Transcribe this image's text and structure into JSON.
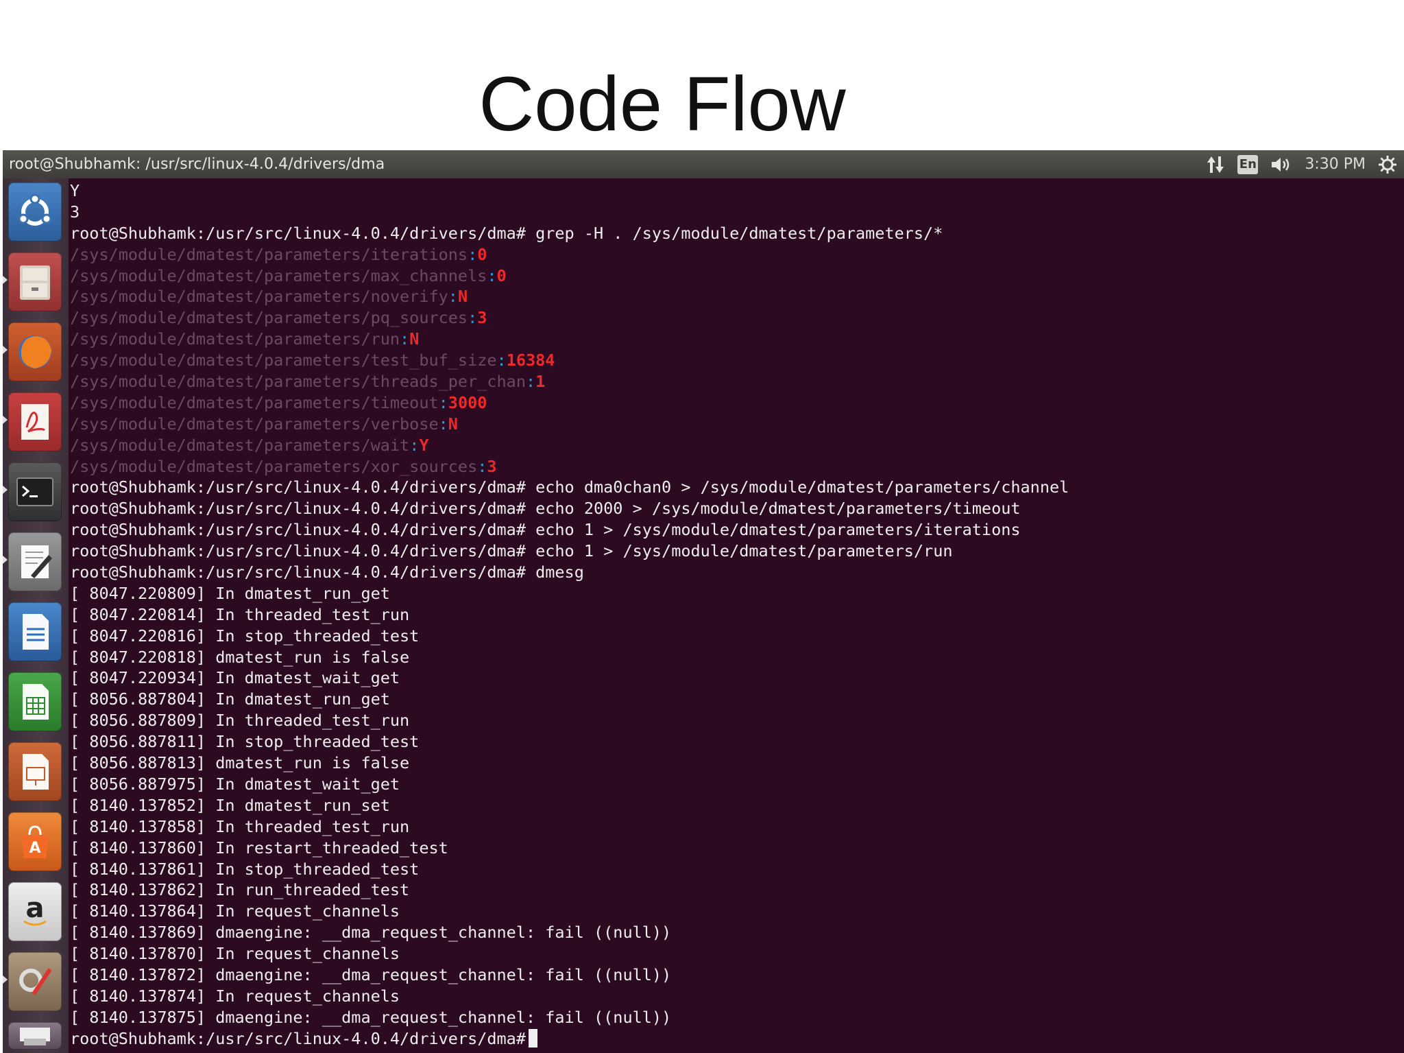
{
  "slide": {
    "title": "Code Flow"
  },
  "window": {
    "title": "root@Shubhamk: /usr/src/linux-4.0.4/drivers/dma",
    "indicators": {
      "network_icon": "network-updown-icon",
      "language": "En",
      "volume_icon": "volume-icon",
      "clock": "3:30 PM",
      "settings_icon": "gear-icon"
    }
  },
  "launcher": {
    "items": [
      {
        "name": "dash-home",
        "icon": "ubuntu-logo-icon",
        "color": "#3b75b8",
        "active": false
      },
      {
        "name": "files",
        "icon": "file-cabinet-icon",
        "color": "#c7b9a4",
        "active": true
      },
      {
        "name": "firefox",
        "icon": "firefox-icon",
        "color": "#e66000",
        "active": true
      },
      {
        "name": "document-viewer",
        "icon": "pdf-viewer-icon",
        "color": "#d94040",
        "active": true
      },
      {
        "name": "terminal",
        "icon": "terminal-icon",
        "color": "#3a3a3a",
        "active": true
      },
      {
        "name": "text-editor",
        "icon": "text-editor-icon",
        "color": "#8a8a8a",
        "active": true
      },
      {
        "name": "libreoffice-writer",
        "icon": "writer-icon",
        "color": "#3a78c2",
        "active": false
      },
      {
        "name": "libreoffice-calc",
        "icon": "calc-icon",
        "color": "#3a9a3a",
        "active": false
      },
      {
        "name": "libreoffice-impress",
        "icon": "impress-icon",
        "color": "#c2582a",
        "active": false
      },
      {
        "name": "software-center",
        "icon": "software-center-icon",
        "color": "#e4702b",
        "active": false
      },
      {
        "name": "amazon",
        "icon": "amazon-icon",
        "color": "#e6e6e6",
        "active": false
      },
      {
        "name": "system-settings",
        "icon": "system-settings-icon",
        "color": "#8a7a6a",
        "active": true
      },
      {
        "name": "printer",
        "icon": "printer-icon",
        "color": "#6a5a6a",
        "active": false
      }
    ]
  },
  "terminal": {
    "prompt": "root@Shubhamk:/usr/src/linux-4.0.4/drivers/dma#",
    "lines": [
      {
        "type": "plain",
        "text": "Y"
      },
      {
        "type": "plain",
        "text": "3"
      },
      {
        "type": "cmd",
        "text": " grep -H . /sys/module/dmatest/parameters/*"
      },
      {
        "type": "param",
        "path": "/sys/module/dmatest/parameters/iterations",
        "value": "0"
      },
      {
        "type": "param",
        "path": "/sys/module/dmatest/parameters/max_channels",
        "value": "0"
      },
      {
        "type": "param",
        "path": "/sys/module/dmatest/parameters/noverify",
        "value": "N"
      },
      {
        "type": "param",
        "path": "/sys/module/dmatest/parameters/pq_sources",
        "value": "3"
      },
      {
        "type": "param",
        "path": "/sys/module/dmatest/parameters/run",
        "value": "N"
      },
      {
        "type": "param",
        "path": "/sys/module/dmatest/parameters/test_buf_size",
        "value": "16384"
      },
      {
        "type": "param",
        "path": "/sys/module/dmatest/parameters/threads_per_chan",
        "value": "1"
      },
      {
        "type": "param",
        "path": "/sys/module/dmatest/parameters/timeout",
        "value": "3000"
      },
      {
        "type": "param",
        "path": "/sys/module/dmatest/parameters/verbose",
        "value": "N"
      },
      {
        "type": "param",
        "path": "/sys/module/dmatest/parameters/wait",
        "value": "Y"
      },
      {
        "type": "param",
        "path": "/sys/module/dmatest/parameters/xor_sources",
        "value": "3"
      },
      {
        "type": "cmd",
        "text": " echo dma0chan0 > /sys/module/dmatest/parameters/channel"
      },
      {
        "type": "cmd",
        "text": " echo 2000 > /sys/module/dmatest/parameters/timeout"
      },
      {
        "type": "cmd",
        "text": " echo 1 > /sys/module/dmatest/parameters/iterations"
      },
      {
        "type": "cmd",
        "text": " echo 1 > /sys/module/dmatest/parameters/run"
      },
      {
        "type": "cmd",
        "text": " dmesg"
      },
      {
        "type": "plain",
        "text": "[ 8047.220809] In dmatest_run_get"
      },
      {
        "type": "plain",
        "text": "[ 8047.220814] In threaded_test_run"
      },
      {
        "type": "plain",
        "text": "[ 8047.220816] In stop_threaded_test"
      },
      {
        "type": "plain",
        "text": "[ 8047.220818] dmatest_run is false"
      },
      {
        "type": "plain",
        "text": "[ 8047.220934] In dmatest_wait_get"
      },
      {
        "type": "plain",
        "text": "[ 8056.887804] In dmatest_run_get"
      },
      {
        "type": "plain",
        "text": "[ 8056.887809] In threaded_test_run"
      },
      {
        "type": "plain",
        "text": "[ 8056.887811] In stop_threaded_test"
      },
      {
        "type": "plain",
        "text": "[ 8056.887813] dmatest_run is false"
      },
      {
        "type": "plain",
        "text": "[ 8056.887975] In dmatest_wait_get"
      },
      {
        "type": "plain",
        "text": "[ 8140.137852] In dmatest_run_set"
      },
      {
        "type": "plain",
        "text": "[ 8140.137858] In threaded_test_run"
      },
      {
        "type": "plain",
        "text": "[ 8140.137860] In restart_threaded_test"
      },
      {
        "type": "plain",
        "text": "[ 8140.137861] In stop_threaded_test"
      },
      {
        "type": "plain",
        "text": "[ 8140.137862] In run_threaded_test"
      },
      {
        "type": "plain",
        "text": "[ 8140.137864] In request_channels"
      },
      {
        "type": "plain",
        "text": "[ 8140.137869] dmaengine: __dma_request_channel: fail ((null))"
      },
      {
        "type": "plain",
        "text": "[ 8140.137870] In request_channels"
      },
      {
        "type": "plain",
        "text": "[ 8140.137872] dmaengine: __dma_request_channel: fail ((null))"
      },
      {
        "type": "plain",
        "text": "[ 8140.137874] In request_channels"
      },
      {
        "type": "plain",
        "text": "[ 8140.137875] dmaengine: __dma_request_channel: fail ((null))"
      },
      {
        "type": "prompt",
        "text": " "
      }
    ]
  },
  "colors": {
    "terminal_bg": "#2c0a22",
    "terminal_fg": "#eeeeec",
    "param_path": "#6b4a62",
    "param_value": "#ef2929",
    "separator": "#2a9fd6"
  }
}
